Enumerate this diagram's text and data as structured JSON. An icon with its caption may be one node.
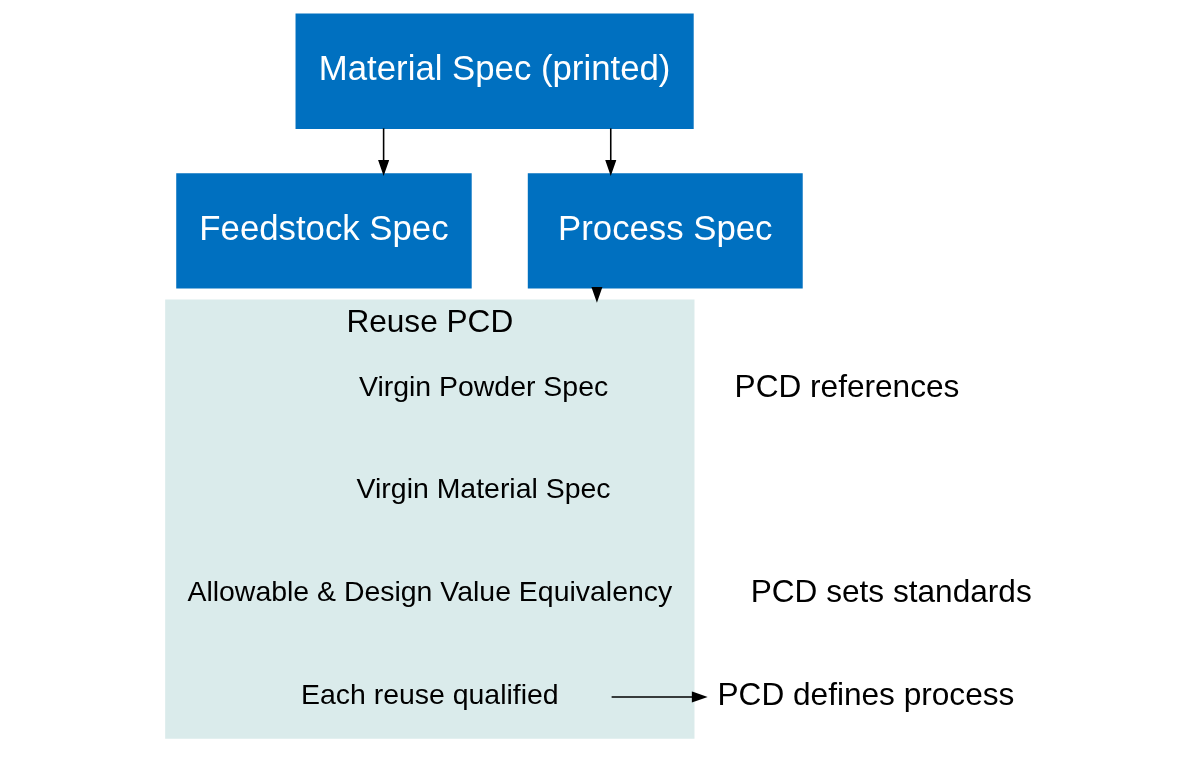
{
  "diagram": {
    "nodes": [
      {
        "text": [
          "Material Spec (printed)"
        ]
      },
      {
        "text": [
          "Feedstock Spec"
        ]
      },
      {
        "text": [
          "Process Spec"
        ]
      },
      {
        "text": [
          "Reuse PCD"
        ]
      },
      {
        "text": [
          "Virgin Powder Spec"
        ],
        "in": 3
      },
      {
        "text": [
          "Virgin Material Spec"
        ],
        "in": 3
      },
      {
        "text": [
          "Allowable & Design Value Equivalency"
        ],
        "in": 3
      },
      {
        "text": [
          "Each reuse qualified"
        ],
        "in": 3
      },
      {
        "text": [
          "PCD defines process"
        ]
      }
    ],
    "edges": [
      {
        "from": 0,
        "to": 1,
        "arrow": "to"
      },
      {
        "from": 0,
        "to": 2,
        "arrow": "to"
      },
      {
        "from": 2,
        "to": 3,
        "arrow": "to"
      },
      {
        "from": 7,
        "to": 8,
        "arrow": "to"
      }
    ],
    "labels": [
      "PCD references",
      "PCD sets standards"
    ]
  }
}
